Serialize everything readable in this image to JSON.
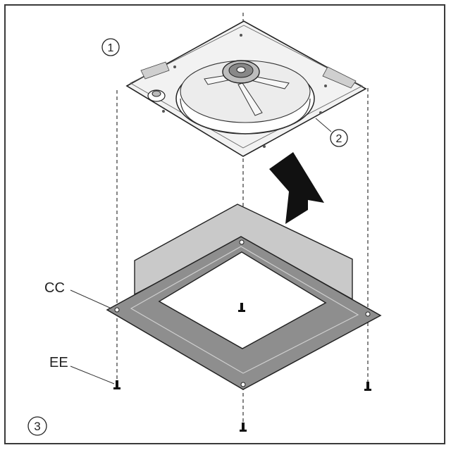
{
  "callouts": {
    "step_1": "1",
    "step_2": "2",
    "step_3": "3"
  },
  "part_labels": {
    "cc": "CC",
    "ee": "EE"
  },
  "colors": {
    "frame": "#3a3a3a",
    "ink": "#222222",
    "flange_fill": "#8e8e8e",
    "flange_inner": "#a6a6a6",
    "wall_fill": "#c9c9c9",
    "arrow": "#111111",
    "plate_fill": "#f2f2f2"
  },
  "icons": {
    "lift_arrow": "up-arrow-icon",
    "screw": "screw-icon"
  }
}
